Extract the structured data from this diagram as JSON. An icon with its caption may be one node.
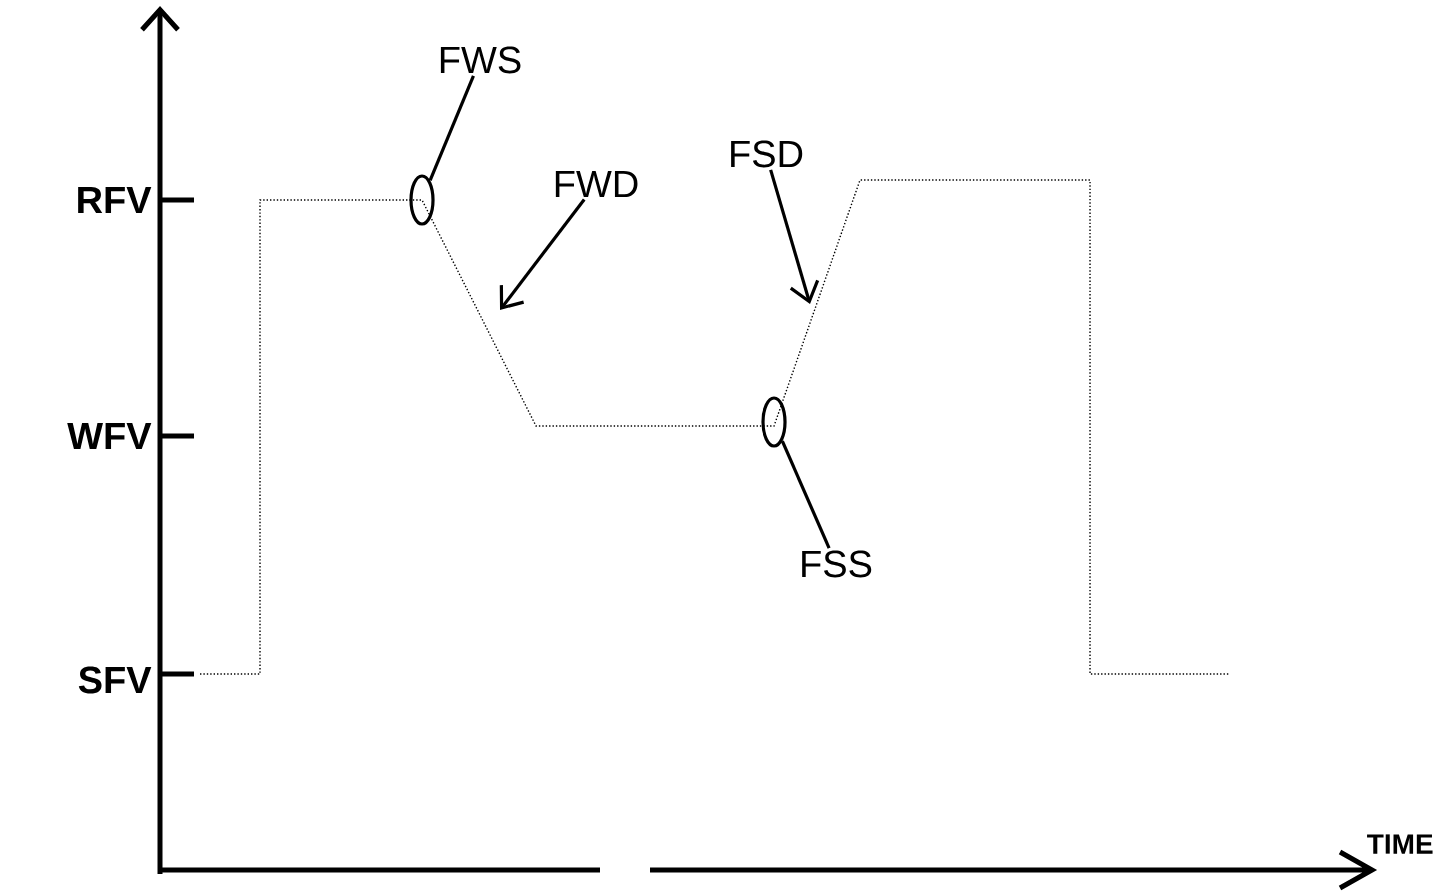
{
  "diagram": {
    "nodes": [
      {
        "text": [
          "FWS"
        ]
      },
      {
        "text": [],
        "shape": "circle"
      },
      {
        "text": [
          "FWD"
        ]
      },
      {
        "text": [
          "FSD"
        ]
      },
      {
        "text": [],
        "shape": "circle"
      },
      {
        "text": [
          "FSS"
        ]
      }
    ],
    "edges": [
      {
        "from": 0,
        "to": 1,
        "arrow": "none"
      },
      {
        "from": 2,
        "to": null,
        "arrow": "to"
      },
      {
        "from": 3,
        "to": null,
        "arrow": "to"
      },
      {
        "from": 5,
        "to": 4,
        "arrow": "none"
      }
    ],
    "labels": [
      "RFV",
      "WFV",
      "SFV",
      "TIME"
    ]
  }
}
